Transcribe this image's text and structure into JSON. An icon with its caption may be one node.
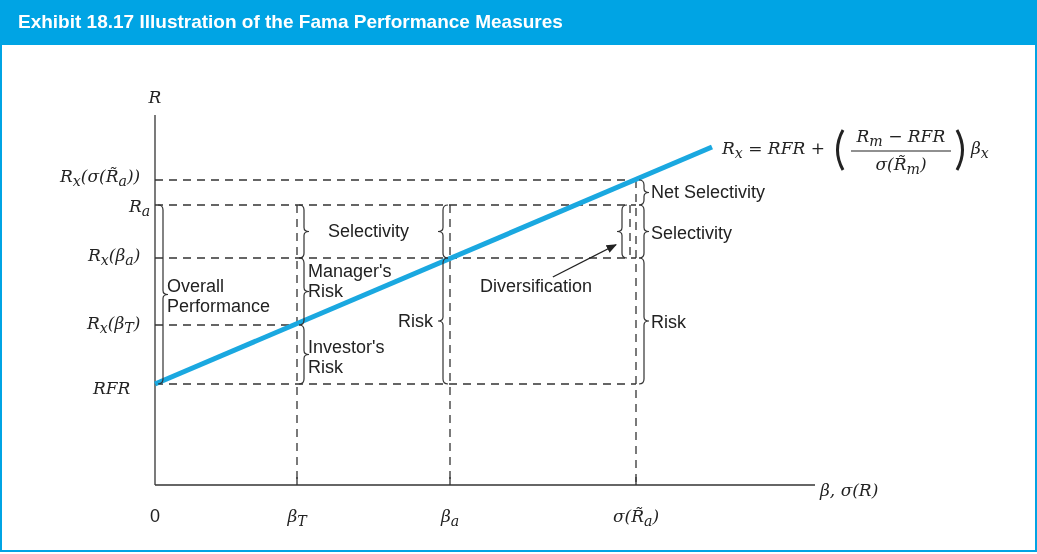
{
  "diagram": {
    "title": "Exhibit 18.17 Illustration of the Fama Performance Measures",
    "nodes": [
      {
        "text": [
          "Diversification"
        ]
      },
      {
        "text": [],
        "shape": "brace"
      }
    ],
    "edges": [
      {
        "from": 0,
        "to": 1,
        "arrow": "to"
      }
    ],
    "labels": [
      "R",
      "R$_{x}$ = RFR +",
      "R$_{m}$ − RFR",
      "σ(R̃$_{m}$)",
      "β$_{x}$",
      "R$_{x}$(σ(R̃$_{a}$))",
      "R$_{a}$",
      "Net Selectivity",
      "Selectivity",
      "Selectivity",
      "R$_{x}$(β$_{a}$)",
      "Manager's Risk",
      "Overall Performance",
      "R$_{x}$(β$_{T}$)",
      "Risk",
      "Risk",
      "Investor's Risk",
      "RFR",
      "0",
      "β$_{T}$",
      "β$_{a}$",
      "σ(R̃$_{a}$)",
      "β, σ(R)"
    ]
  }
}
